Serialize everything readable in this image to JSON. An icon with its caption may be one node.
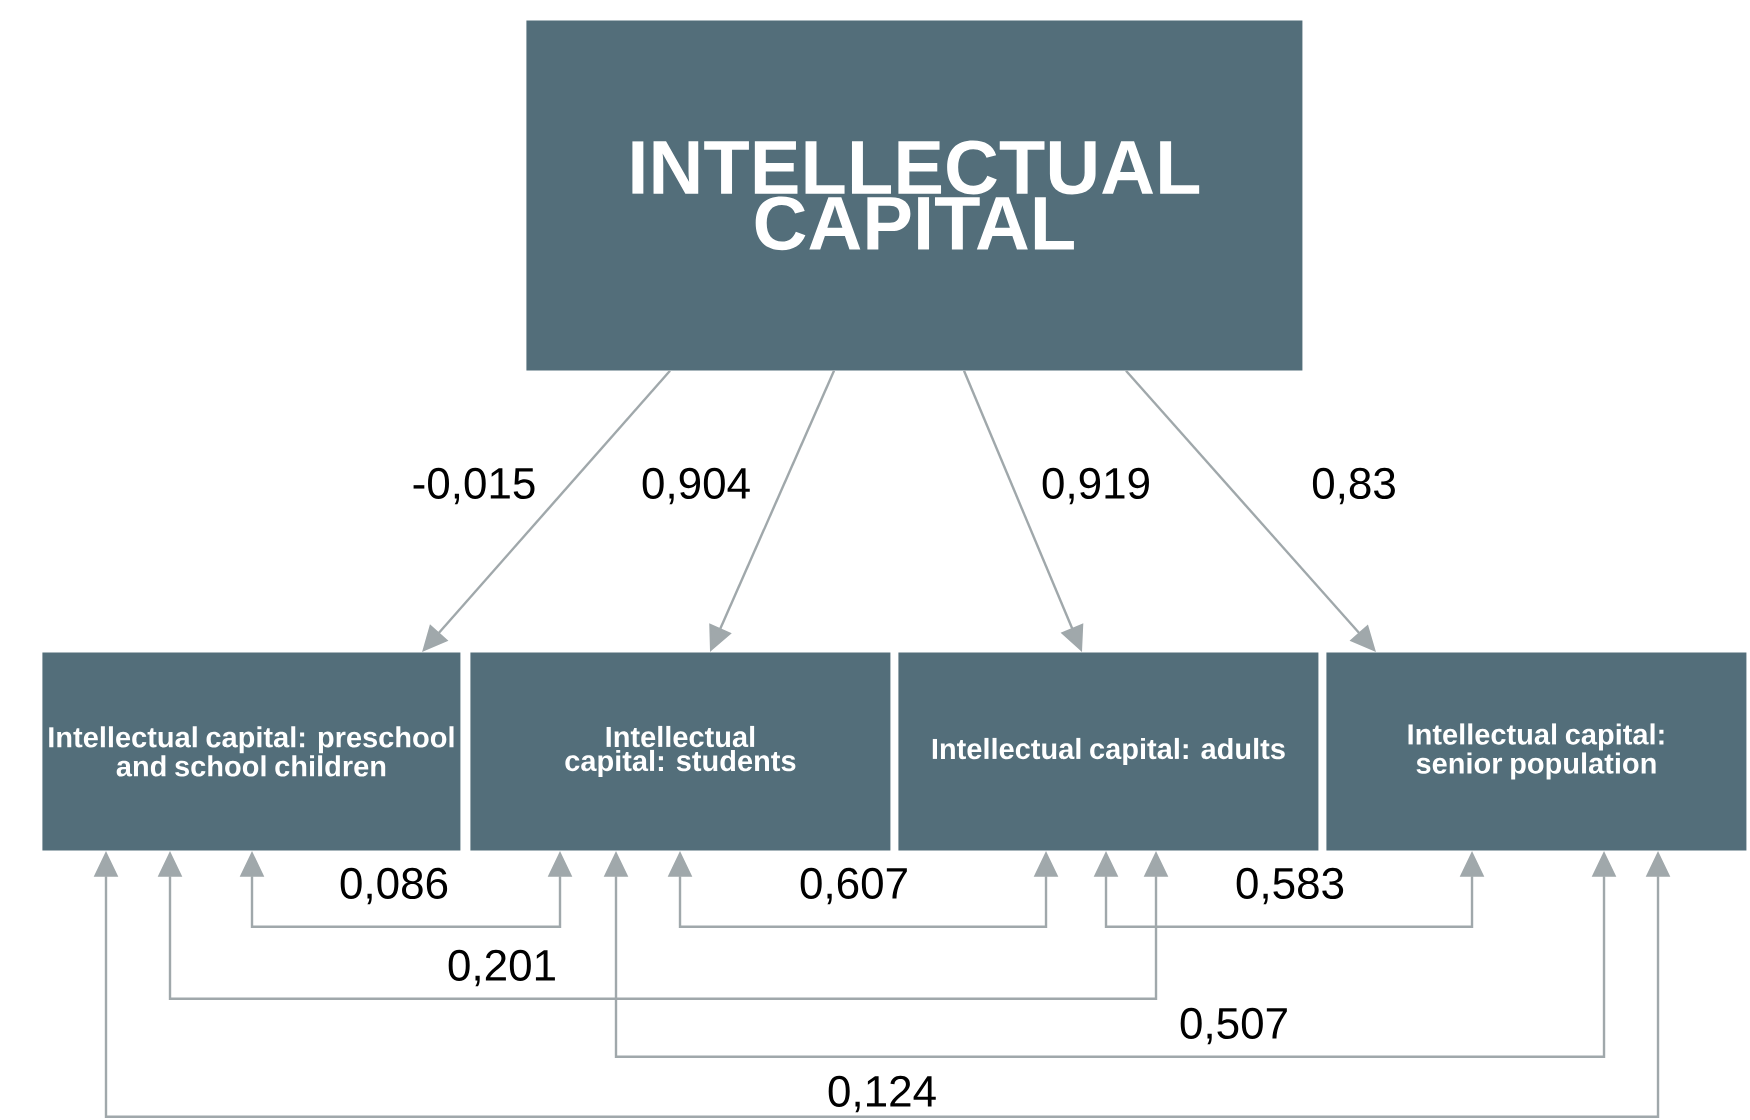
{
  "diagram": {
    "nodes": [
      {
        "text": [
          "INTELLECTUAL CAPITAL"
        ]
      },
      {
        "text": [
          "Intellectual capital: preschool and school children"
        ]
      },
      {
        "text": [
          "Intellectual capital: students"
        ]
      },
      {
        "text": [
          "Intellectual capital: adults"
        ]
      },
      {
        "text": [
          "Intellectual capital: senior population"
        ]
      }
    ],
    "edges": [
      {
        "from": 0,
        "to": 1,
        "arrow": "to",
        "label": "-0,015"
      },
      {
        "from": 0,
        "to": 2,
        "arrow": "to",
        "label": "0,904"
      },
      {
        "from": 0,
        "to": 3,
        "arrow": "to",
        "label": "0,919"
      },
      {
        "from": 0,
        "to": 4,
        "arrow": "to",
        "label": "0,83"
      },
      {
        "from": 1,
        "to": 2,
        "arrow": "both",
        "label": "0,086"
      },
      {
        "from": 2,
        "to": 3,
        "arrow": "both",
        "label": "0,607"
      },
      {
        "from": 3,
        "to": 4,
        "arrow": "both",
        "label": "0,583"
      },
      {
        "from": 1,
        "to": 3,
        "arrow": "both",
        "label": "0,201"
      },
      {
        "from": 2,
        "to": 4,
        "arrow": "both",
        "label": "0,507"
      },
      {
        "from": 1,
        "to": 4,
        "arrow": "both",
        "label": "0,124"
      }
    ]
  }
}
